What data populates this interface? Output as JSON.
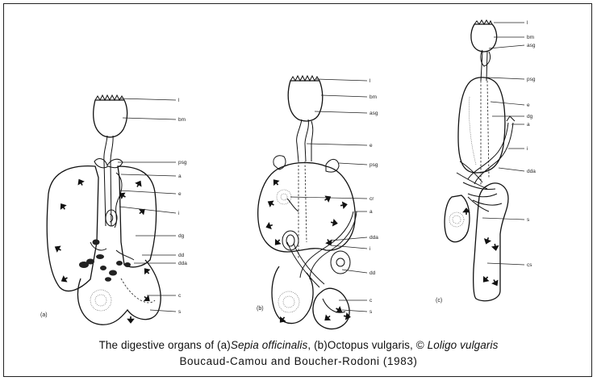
{
  "caption": {
    "line1_prefix": "The digestive organs of (a)",
    "line1_sepia": "Sepia officinalis",
    "line1_middle": ", (b)Octopus vulgaris, © ",
    "line1_loligo": "Loligo vulgaris",
    "line2": "Boucaud-Camou and Boucher-Rodoni (1983)"
  },
  "panels": {
    "a": {
      "tag": "(a)",
      "labels": {
        "l": "l",
        "bm": "bm",
        "psg": "psg",
        "a": "a",
        "e": "e",
        "i": "i",
        "dg": "dg",
        "dd": "dd",
        "dda": "dda",
        "c": "c",
        "s": "s"
      }
    },
    "b": {
      "tag": "(b)",
      "labels": {
        "l": "l",
        "bm": "bm",
        "asg": "asg",
        "e": "e",
        "psg": "psg",
        "cr": "cr",
        "a": "a",
        "dda": "dda",
        "i": "i",
        "dd": "dd",
        "c": "c",
        "s": "s"
      }
    },
    "c": {
      "tag": "(c)",
      "labels": {
        "l": "l",
        "bm": "bm",
        "asg": "asg",
        "psg": "psg",
        "e": "e",
        "dg": "dg",
        "a": "a",
        "i": "i",
        "dda": "dda",
        "s": "s",
        "cs": "cs"
      }
    }
  },
  "icons": {
    "flow_arrow": "arrow-icon"
  }
}
